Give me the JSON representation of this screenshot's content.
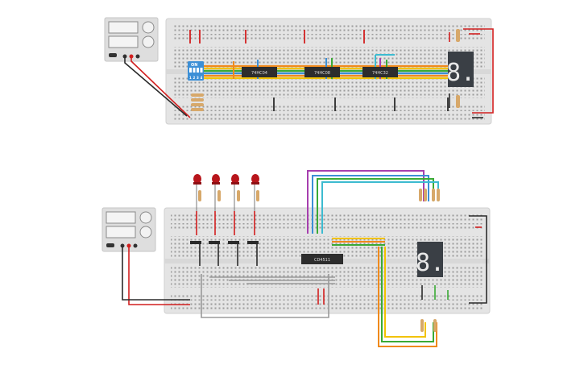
{
  "circuit_top": {
    "chips": [
      "74HC04",
      "74HC08",
      "74HC32"
    ],
    "dip_switch_label": "ON",
    "dip_switch_numbers": [
      "1",
      "2",
      "3",
      "4"
    ],
    "seven_segment_glyph": "8."
  },
  "circuit_bottom": {
    "chip": "CD4511",
    "seven_segment_glyph": "8.",
    "led_color": "red"
  },
  "colors": {
    "breadboard": "#e4e4e4",
    "power_rail_red": "#d21f1f",
    "power_rail_black": "#2b2b2b",
    "wire_orange": "#f08a1c",
    "wire_yellow": "#f2c200",
    "wire_green": "#3aaa35",
    "wire_blue": "#3c8fd6",
    "wire_cyan": "#3dbbd0",
    "wire_purple": "#a63fae",
    "wire_gray": "#9a9a9a",
    "display": "#3a3f45"
  }
}
